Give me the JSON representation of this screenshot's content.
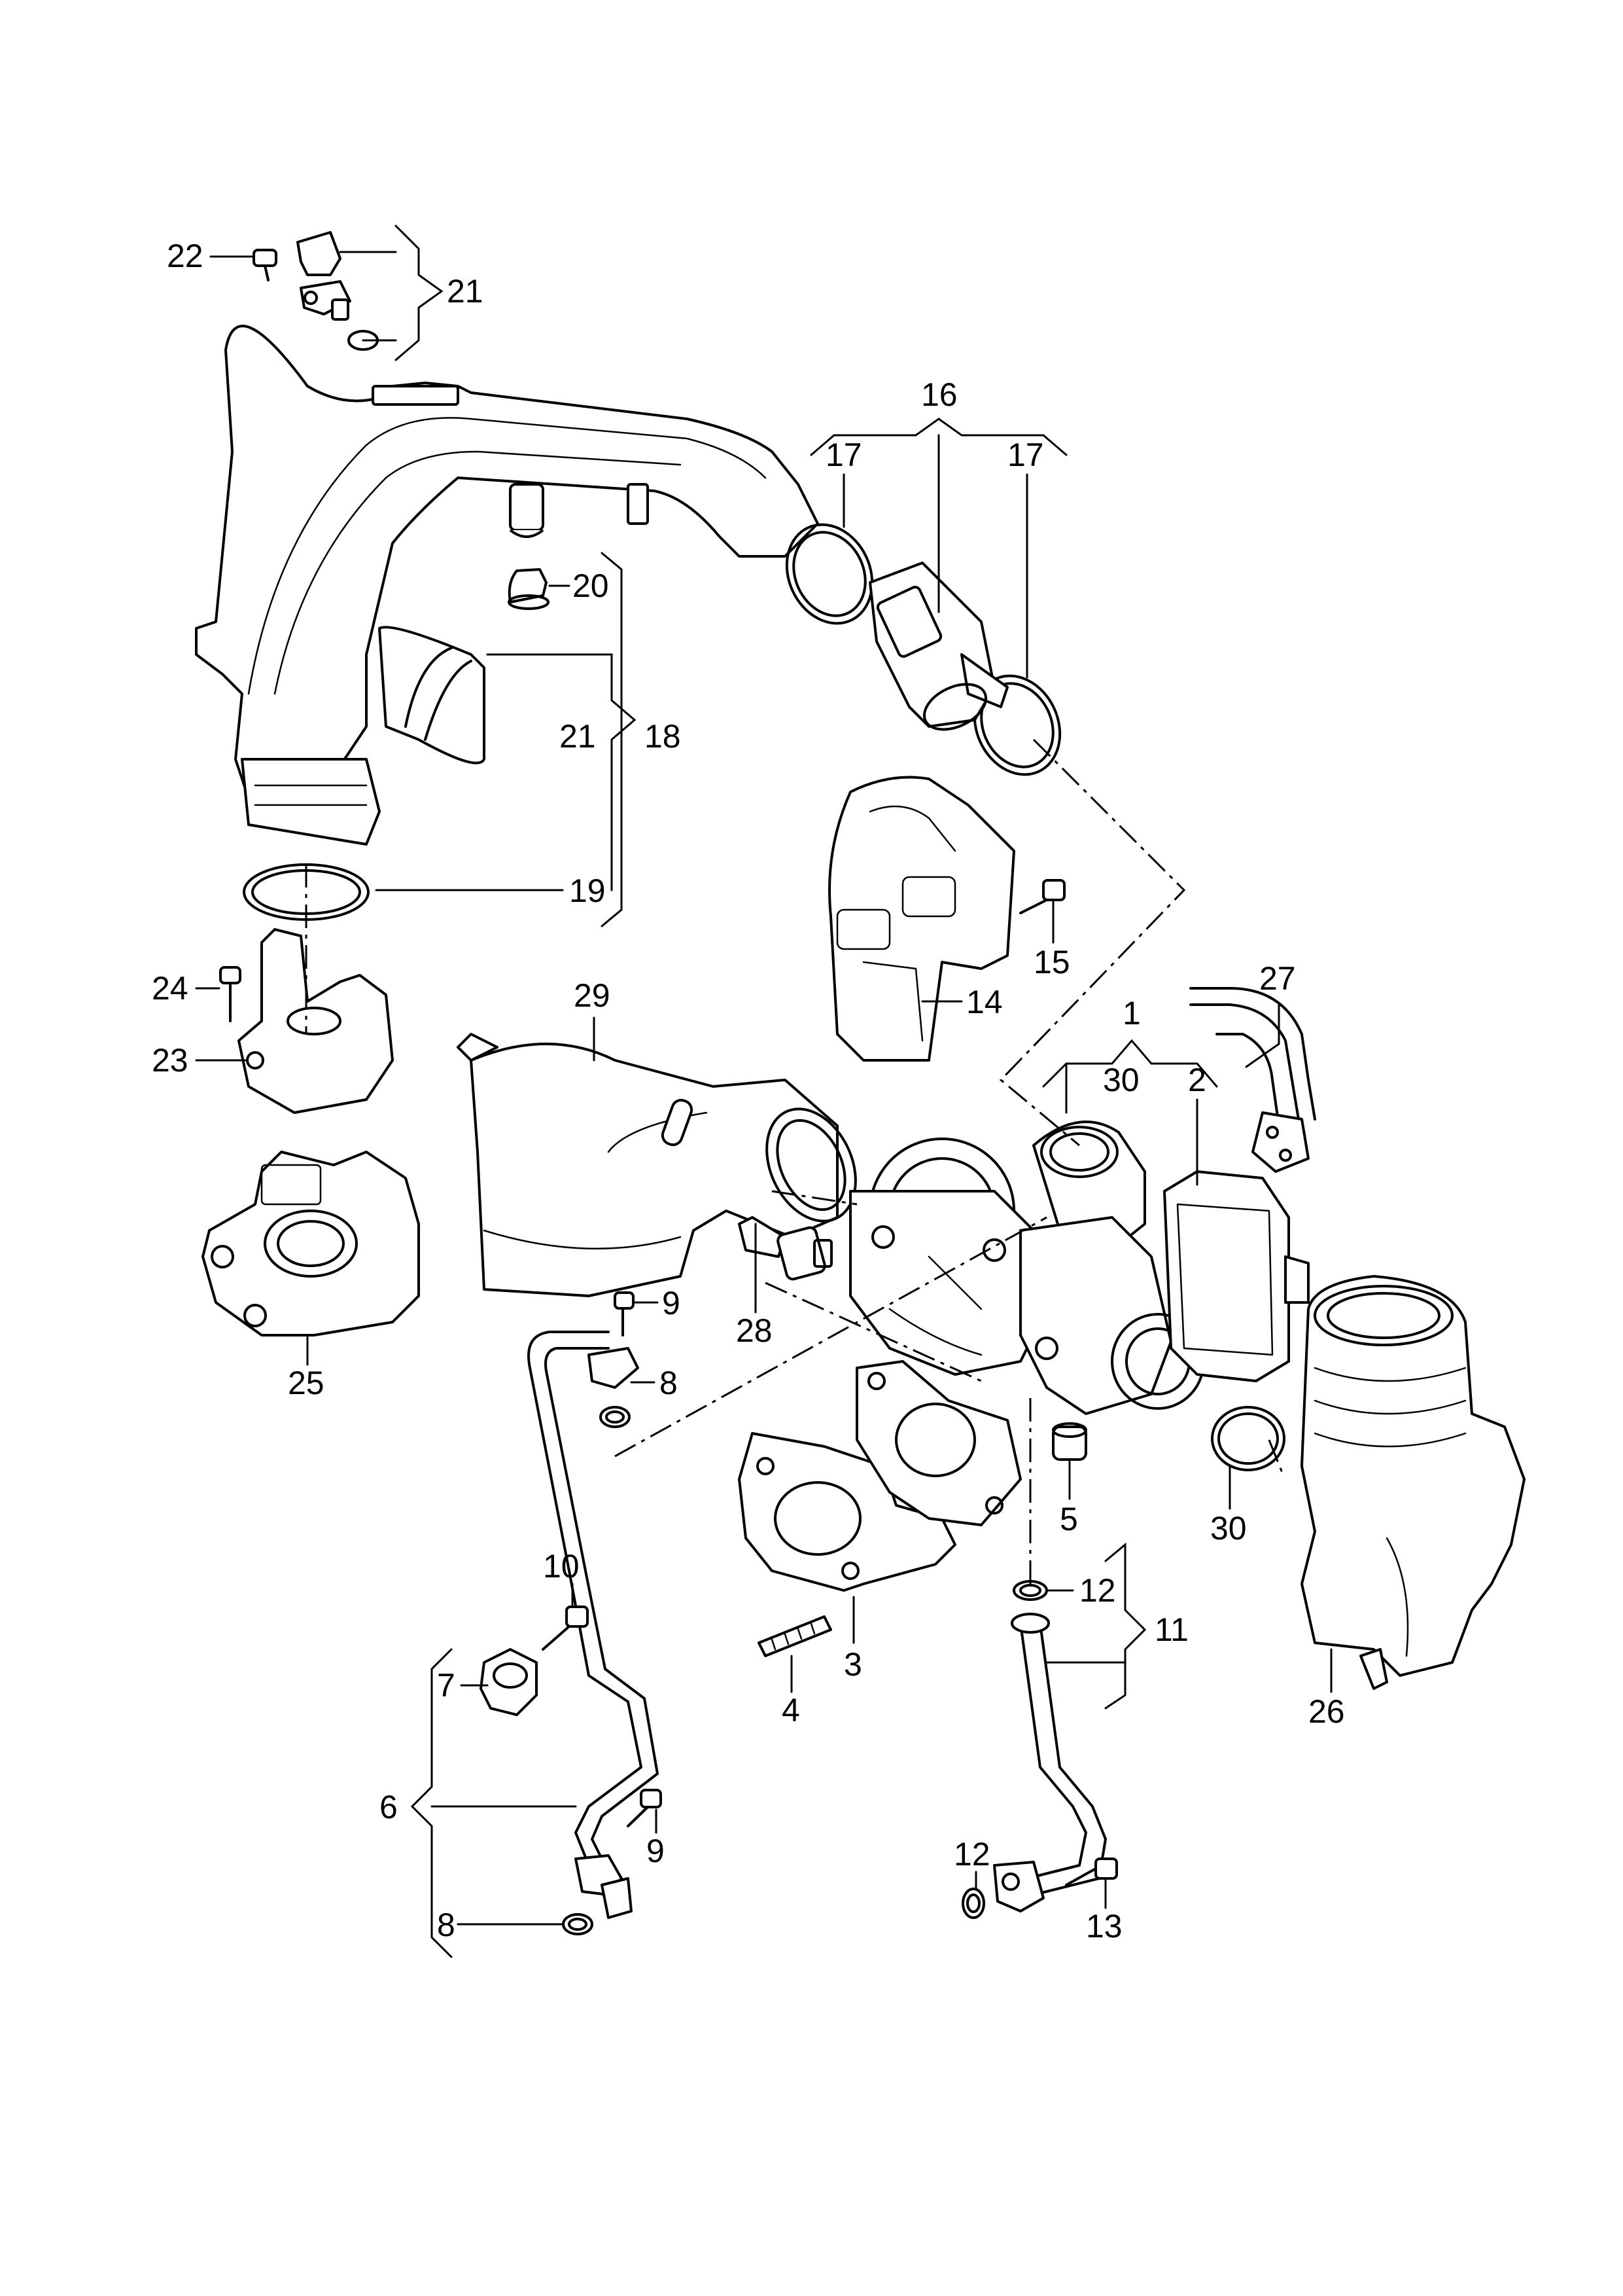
{
  "labels": {
    "p1": "1",
    "p2": "2",
    "p3": "3",
    "p4": "4",
    "p5": "5",
    "p6": "6",
    "p7": "7",
    "p8a": "8",
    "p8b": "8",
    "p9a": "9",
    "p9b": "9",
    "p10": "10",
    "p11": "11",
    "p12a": "12",
    "p12b": "12",
    "p13": "13",
    "p14": "14",
    "p15": "15",
    "p16": "16",
    "p17a": "17",
    "p17b": "17",
    "p18": "18",
    "p19": "19",
    "p20": "20",
    "p21a": "21",
    "p21b": "21",
    "p22": "22",
    "p23": "23",
    "p24": "24",
    "p25": "25",
    "p26": "26",
    "p27": "27",
    "p28": "28",
    "p29": "29",
    "p30a": "30",
    "p30b": "30"
  }
}
